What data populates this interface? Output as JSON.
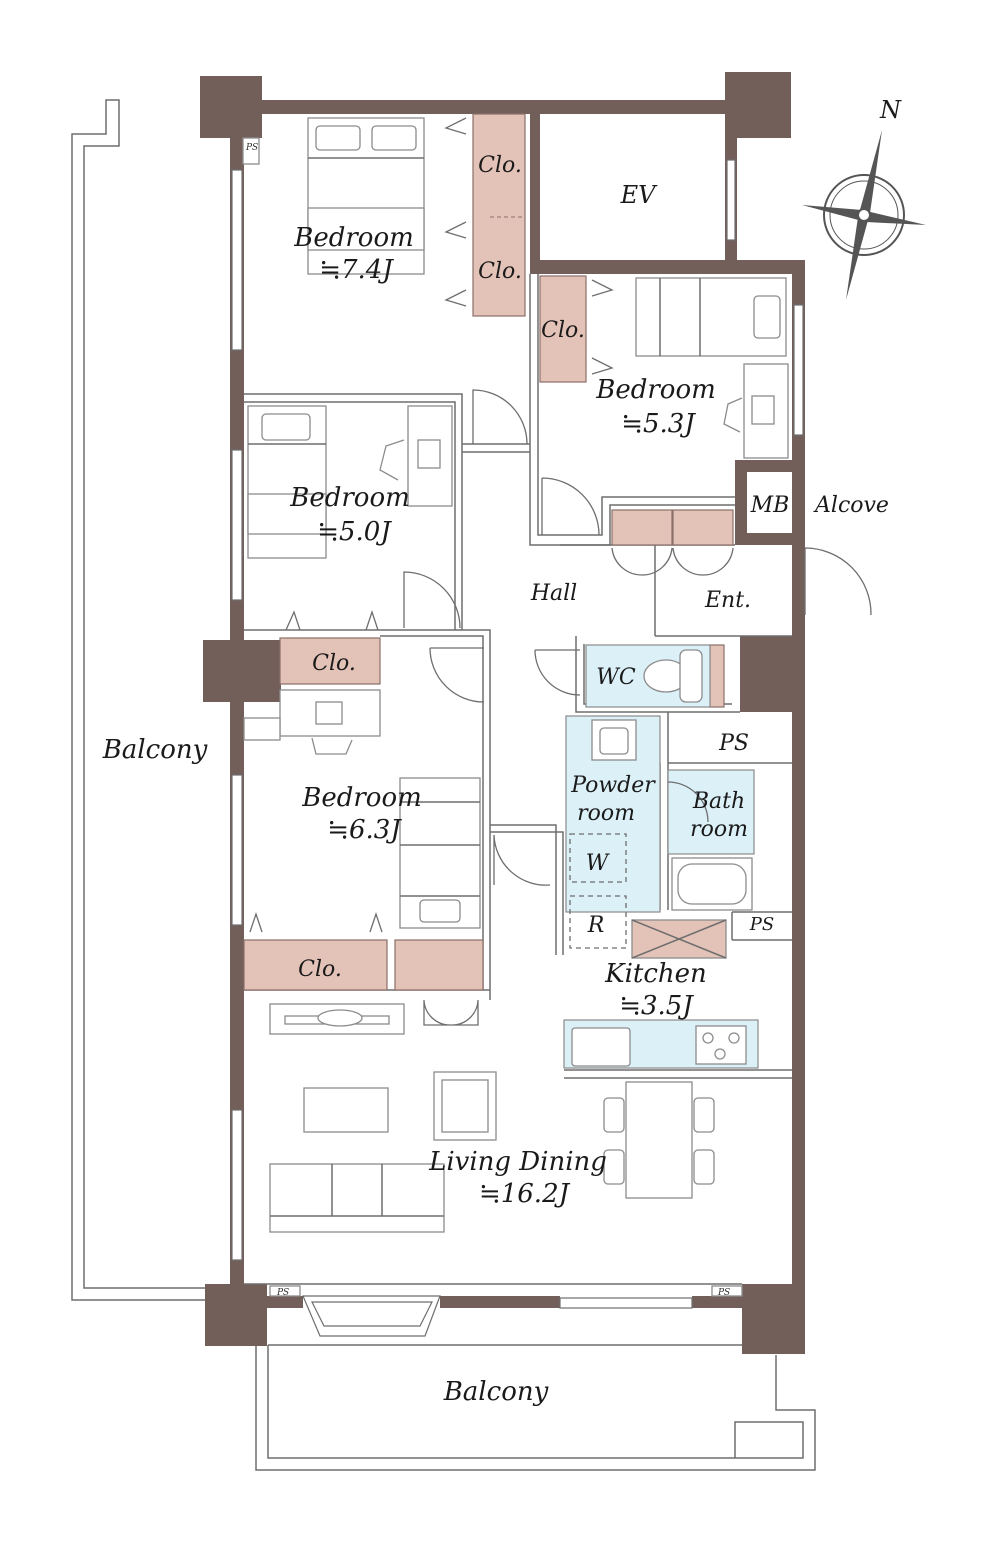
{
  "plan": {
    "colors": {
      "wall": "#725f5a",
      "closet": "#e3c2b7",
      "wet_area": "#dcf0f8",
      "line": "#6e6e6e"
    },
    "compass": {
      "north_label": "N",
      "icon": "compass-rose-icon"
    },
    "rooms": {
      "bedroom_nw": {
        "name": "Bedroom",
        "area": "≒7.4J"
      },
      "bedroom_ne": {
        "name": "Bedroom",
        "area": "≒5.3J"
      },
      "bedroom_w": {
        "name": "Bedroom",
        "area": "≒5.0J"
      },
      "bedroom_sw": {
        "name": "Bedroom",
        "area": "≒6.3J"
      },
      "kitchen": {
        "name": "Kitchen",
        "area": "≒3.5J"
      },
      "living_dining": {
        "name": "Living Dining",
        "area": "≒16.2J"
      }
    },
    "labels": {
      "closet": "Clo.",
      "elevator": "EV",
      "meter_box": "MB",
      "alcove": "Alcove",
      "hall": "Hall",
      "entrance": "Ent.",
      "wc": "WC",
      "pipe_space": "PS",
      "pipe_space_small": "PS",
      "powder_room_line1": "Powder",
      "powder_room_line2": "room",
      "bathroom_line1": "Bath",
      "bathroom_line2": "room",
      "washer": "W",
      "refrigerator": "R",
      "balcony_west": "Balcony",
      "balcony_south": "Balcony"
    }
  }
}
